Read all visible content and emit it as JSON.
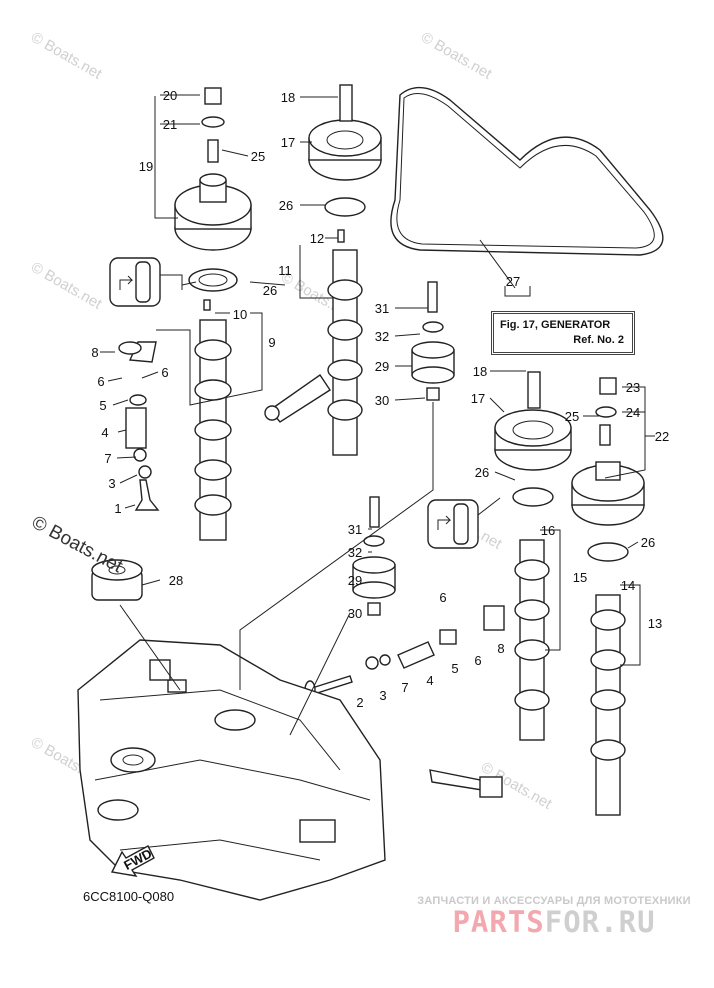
{
  "diagram": {
    "part_labels": [
      "20",
      "21",
      "25",
      "19",
      "26",
      "10",
      "9",
      "8",
      "6",
      "6",
      "5",
      "4",
      "7",
      "3",
      "1",
      "18",
      "17",
      "26",
      "12",
      "11",
      "31",
      "32",
      "29",
      "30",
      "27",
      "18",
      "17",
      "25",
      "23",
      "24",
      "22",
      "26",
      "16",
      "15",
      "26",
      "14",
      "13",
      "31",
      "32",
      "29",
      "30",
      "6",
      "6",
      "5",
      "8",
      "4",
      "7",
      "3",
      "2",
      "28"
    ],
    "reference_box": {
      "line1": "Fig. 17, GENERATOR",
      "line2": "Ref. No. 2"
    },
    "drawing_code": "6CC8100-Q080",
    "fwd_label": "FWD",
    "watermark": "© Boats.net",
    "brand": {
      "tagline": "ЗАПЧАСТИ И АКСЕССУАРЫ ДЛЯ МОТОТЕХНИКИ",
      "logo_part1": "PARTS",
      "logo_part2": "FOR.RU"
    },
    "colors": {
      "line": "#222222",
      "watermark": "#d0d0d0",
      "brand_pink": "#f2a8ae",
      "brand_gray": "#cfcfcf"
    }
  }
}
